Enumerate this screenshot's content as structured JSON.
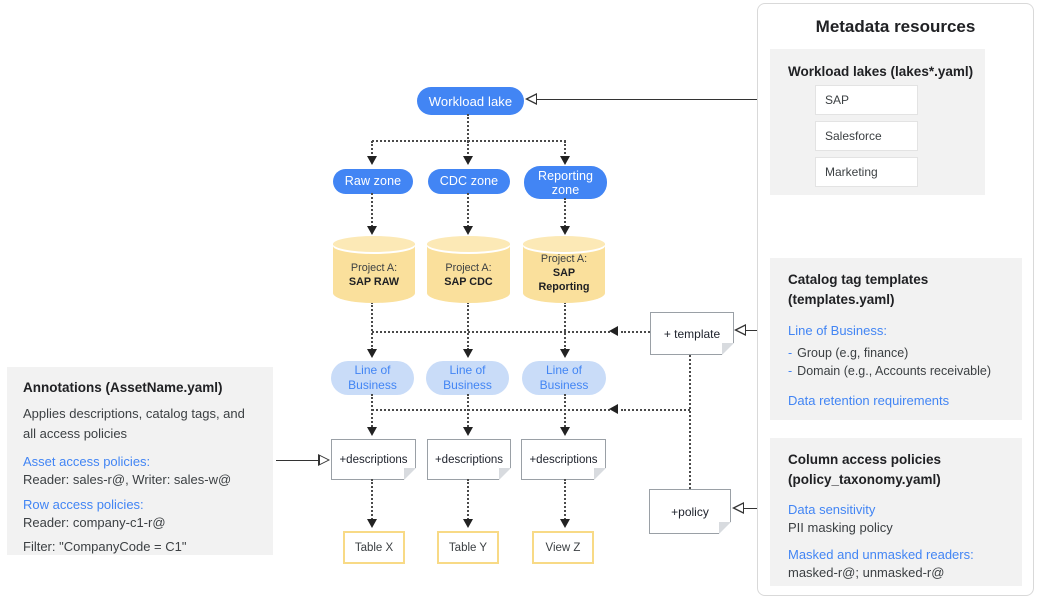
{
  "colors": {
    "primary_blue": "#4285F4",
    "light_blue_pill": "#C9DCF8",
    "cylinder_body": "#FAE09C",
    "cylinder_top": "#FCE9B6",
    "table_border": "#F8DA86",
    "panel_gray": "#F2F2F2",
    "connector_dark": "#333333"
  },
  "diagram": {
    "workload_lake_label": "Workload lake",
    "zones": [
      "Raw zone",
      "CDC zone",
      "Reporting zone"
    ],
    "projects": [
      {
        "prefix": "Project A:",
        "name": "SAP RAW"
      },
      {
        "prefix": "Project A:",
        "name": "SAP CDC"
      },
      {
        "prefix": "Project A:",
        "name": "SAP Reporting"
      }
    ],
    "lob_label": "Line of Business",
    "description_notes": [
      "+descriptions",
      "+descriptions",
      "+descriptions"
    ],
    "template_note_label": "+ template",
    "policy_note_label": "+policy",
    "tables": [
      "Table X",
      "Table Y",
      "View Z"
    ]
  },
  "left_panel": {
    "title": "Annotations (AssetName.yaml)",
    "description": "Applies descriptions, catalog tags, and all access policies",
    "asset_heading": "Asset access policies:",
    "asset_value": "Reader: sales-r@, Writer: sales-w@",
    "row_heading": "Row access policies:",
    "row_value": "Reader: company-c1-r@",
    "filter_value": "Filter: \"CompanyCode = C1\""
  },
  "right_panel": {
    "title": "Metadata resources",
    "workload_lakes": {
      "heading": "Workload lakes (lakes*.yaml)",
      "items": [
        "SAP",
        "Salesforce",
        "Marketing"
      ]
    },
    "catalog_templates": {
      "heading_line1": "Catalog tag templates",
      "heading_line2": "(templates.yaml)",
      "lob_heading": "Line of Business:",
      "bullet": "-",
      "items": [
        "Group (e.g, finance)",
        "Domain (e.g., Accounts receivable)"
      ],
      "retention_heading": "Data retention requirements"
    },
    "column_policies": {
      "heading_line1": "Column access policies",
      "heading_line2": "(policy_taxonomy.yaml)",
      "sensitivity_heading": "Data sensitivity",
      "sensitivity_value": "PII masking policy",
      "readers_heading": "Masked and unmasked readers:",
      "readers_value": "masked-r@; unmasked-r@"
    }
  }
}
